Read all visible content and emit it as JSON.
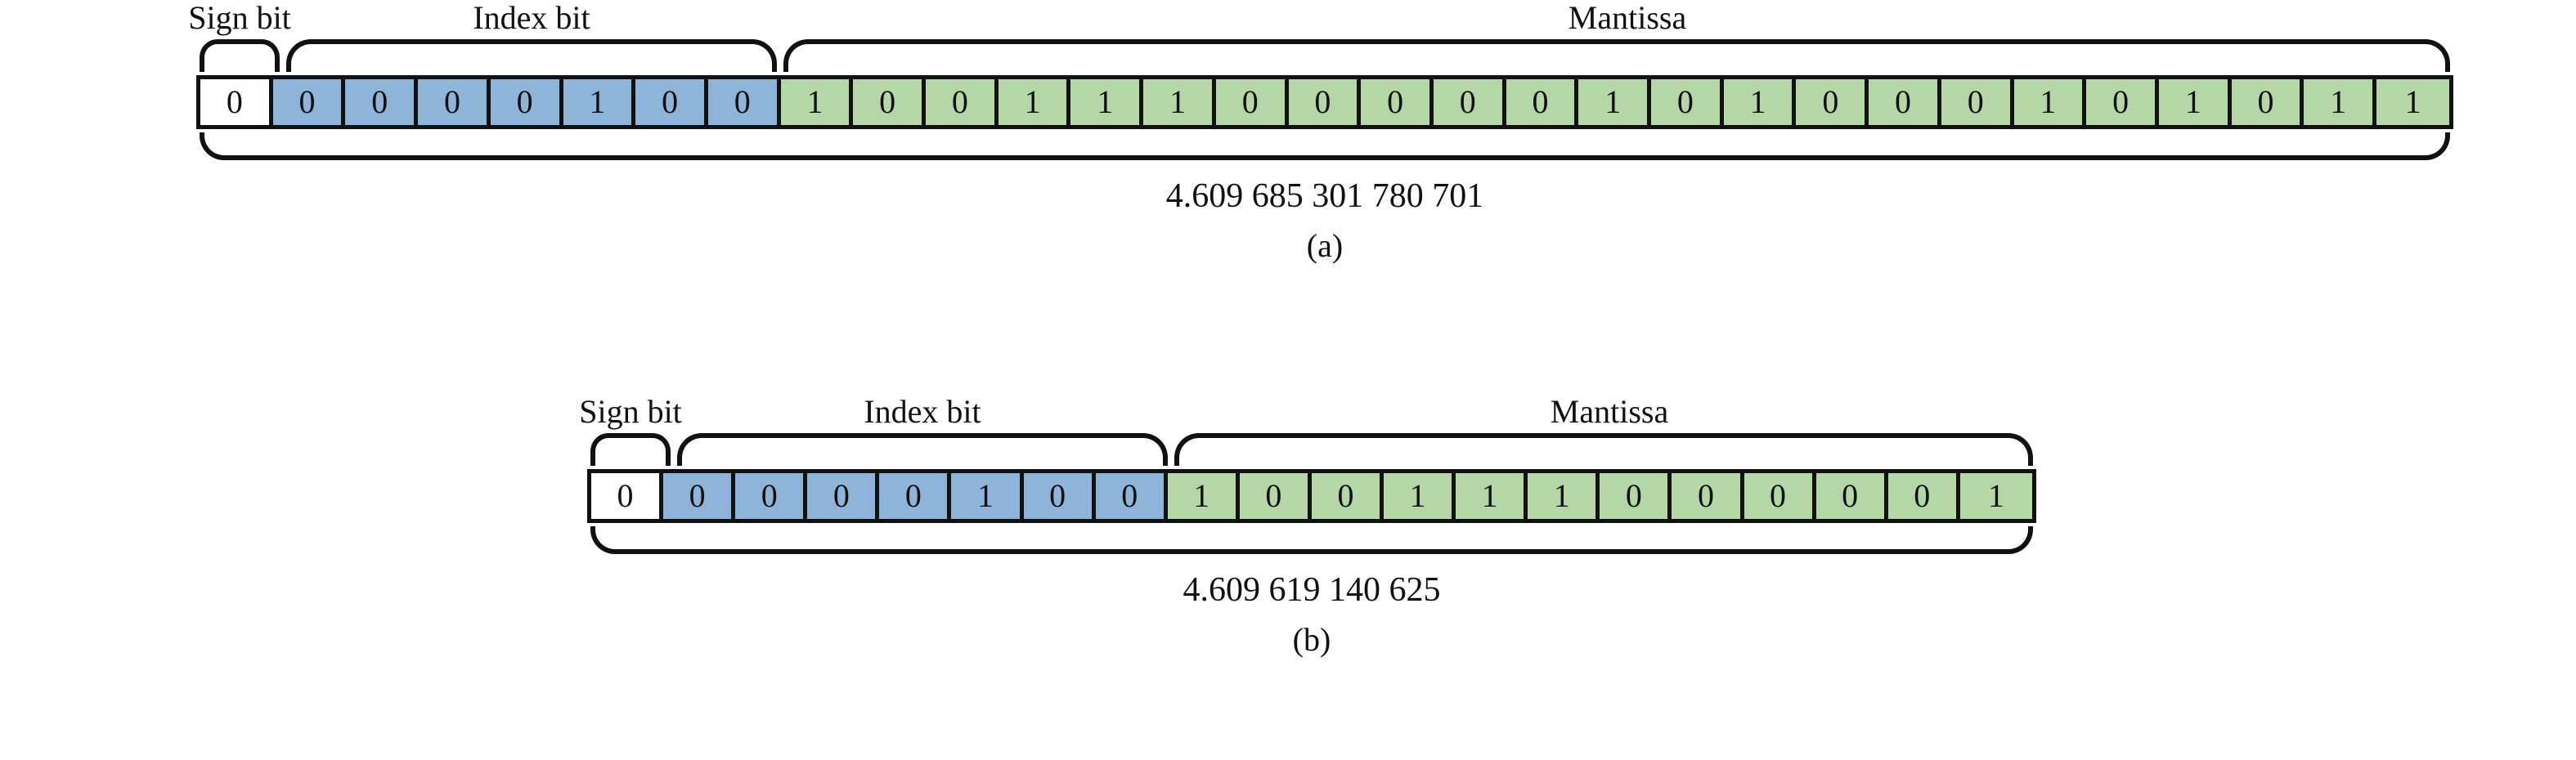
{
  "figure": {
    "colors": {
      "sign_fill": "#ffffff",
      "exponent_fill": "#8fb4d9",
      "mantissa_fill": "#b5d6a7",
      "stroke": "#111111",
      "background": "#ffffff"
    },
    "labels": {
      "sign": "Sign bit",
      "index": "Index bit",
      "mantissa": "Mantissa"
    },
    "panels": [
      {
        "id": "a",
        "caption": "(a)",
        "value": "4.609 685 301 780 701",
        "sign_bits": [
          "0"
        ],
        "exponent_bits": [
          "0",
          "0",
          "0",
          "0",
          "1",
          "0",
          "0"
        ],
        "mantissa_bits": [
          "1",
          "0",
          "0",
          "1",
          "1",
          "1",
          "0",
          "0",
          "0",
          "0",
          "0",
          "1",
          "0",
          "1",
          "0",
          "0",
          "0",
          "1",
          "0",
          "1",
          "0",
          "1",
          "1"
        ],
        "total_bits": 31
      },
      {
        "id": "b",
        "caption": "(b)",
        "value": "4.609 619 140 625",
        "sign_bits": [
          "0"
        ],
        "exponent_bits": [
          "0",
          "0",
          "0",
          "0",
          "1",
          "0",
          "0"
        ],
        "mantissa_bits": [
          "1",
          "0",
          "0",
          "1",
          "1",
          "1",
          "0",
          "0",
          "0",
          "0",
          "0",
          "1"
        ],
        "total_bits": 20
      }
    ]
  }
}
